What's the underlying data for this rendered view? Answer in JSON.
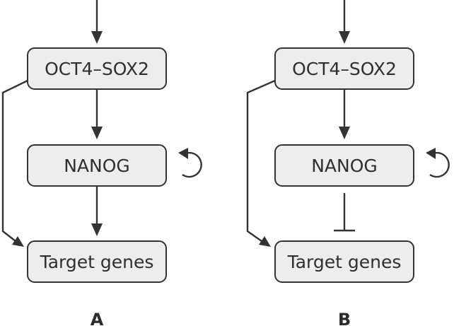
{
  "panels": [
    {
      "label": "A",
      "nodes": {
        "top": "OCT4–SOX2",
        "middle": "NANOG",
        "bottom": "Target genes"
      },
      "regulation": "activation"
    },
    {
      "label": "B",
      "nodes": {
        "top": "OCT4–SOX2",
        "middle": "NANOG",
        "bottom": "Target genes"
      },
      "regulation": "inhibition"
    }
  ],
  "colors": {
    "box_fill": "#ededed",
    "stroke": "#333333",
    "text": "#2f2f2f"
  }
}
